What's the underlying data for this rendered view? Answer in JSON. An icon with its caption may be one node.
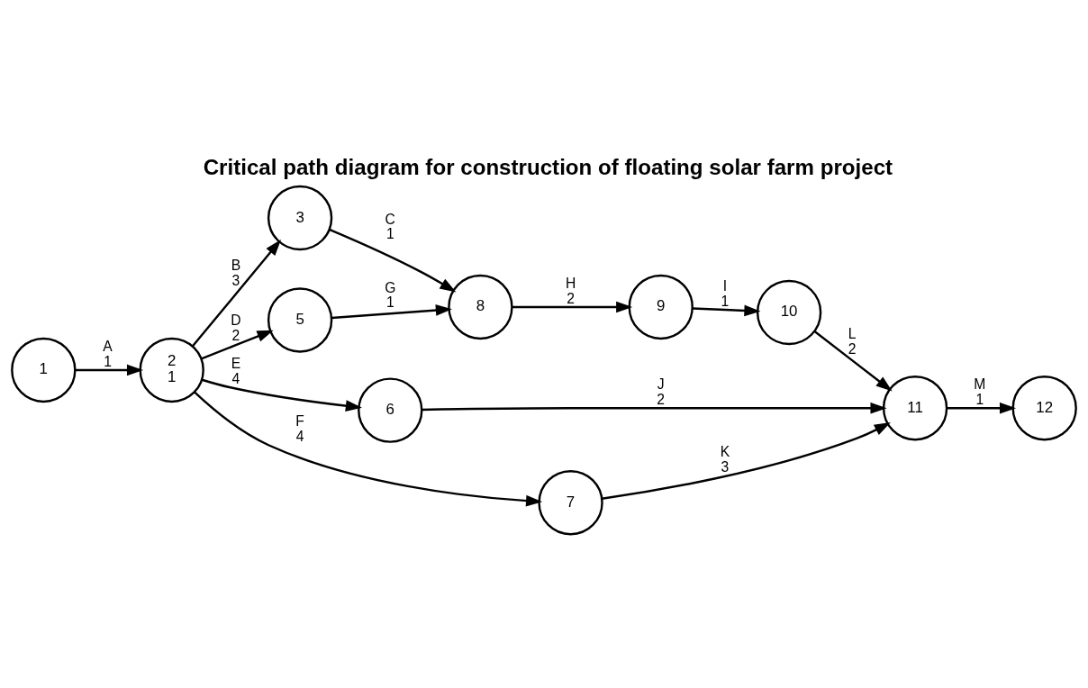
{
  "diagram": {
    "title": "Critical path diagram for construction of floating solar farm project",
    "nodes": [
      {
        "text": [
          "1"
        ]
      },
      {
        "text": [
          "2",
          "1"
        ]
      },
      {
        "text": [
          "3"
        ]
      },
      {
        "text": [
          "5"
        ]
      },
      {
        "text": [
          "6"
        ]
      },
      {
        "text": [
          "7"
        ]
      },
      {
        "text": [
          "8"
        ]
      },
      {
        "text": [
          "9"
        ]
      },
      {
        "text": [
          "10"
        ]
      },
      {
        "text": [
          "11"
        ]
      },
      {
        "text": [
          "12"
        ]
      }
    ],
    "edges": [
      {
        "from": 0,
        "to": 1,
        "arrow": "to",
        "label": "A 1"
      },
      {
        "from": 1,
        "to": 2,
        "arrow": "to",
        "label": "B 3"
      },
      {
        "from": 2,
        "to": 6,
        "arrow": "to",
        "label": "C 1"
      },
      {
        "from": 1,
        "to": 3,
        "arrow": "to",
        "label": "D 2"
      },
      {
        "from": 1,
        "to": 4,
        "arrow": "to",
        "label": "E 4"
      },
      {
        "from": 1,
        "to": 5,
        "arrow": "to",
        "label": "F 4"
      },
      {
        "from": 3,
        "to": 6,
        "arrow": "to",
        "label": "G 1"
      },
      {
        "from": 6,
        "to": 7,
        "arrow": "to",
        "label": "H 2"
      },
      {
        "from": 7,
        "to": 8,
        "arrow": "to",
        "label": "I 1"
      },
      {
        "from": 4,
        "to": 9,
        "arrow": "to",
        "label": "J 2"
      },
      {
        "from": 5,
        "to": 9,
        "arrow": "to",
        "label": "K 3"
      },
      {
        "from": 8,
        "to": 9,
        "arrow": "to",
        "label": "L 2"
      },
      {
        "from": 9,
        "to": 10,
        "arrow": "to",
        "label": "M 1"
      }
    ]
  }
}
